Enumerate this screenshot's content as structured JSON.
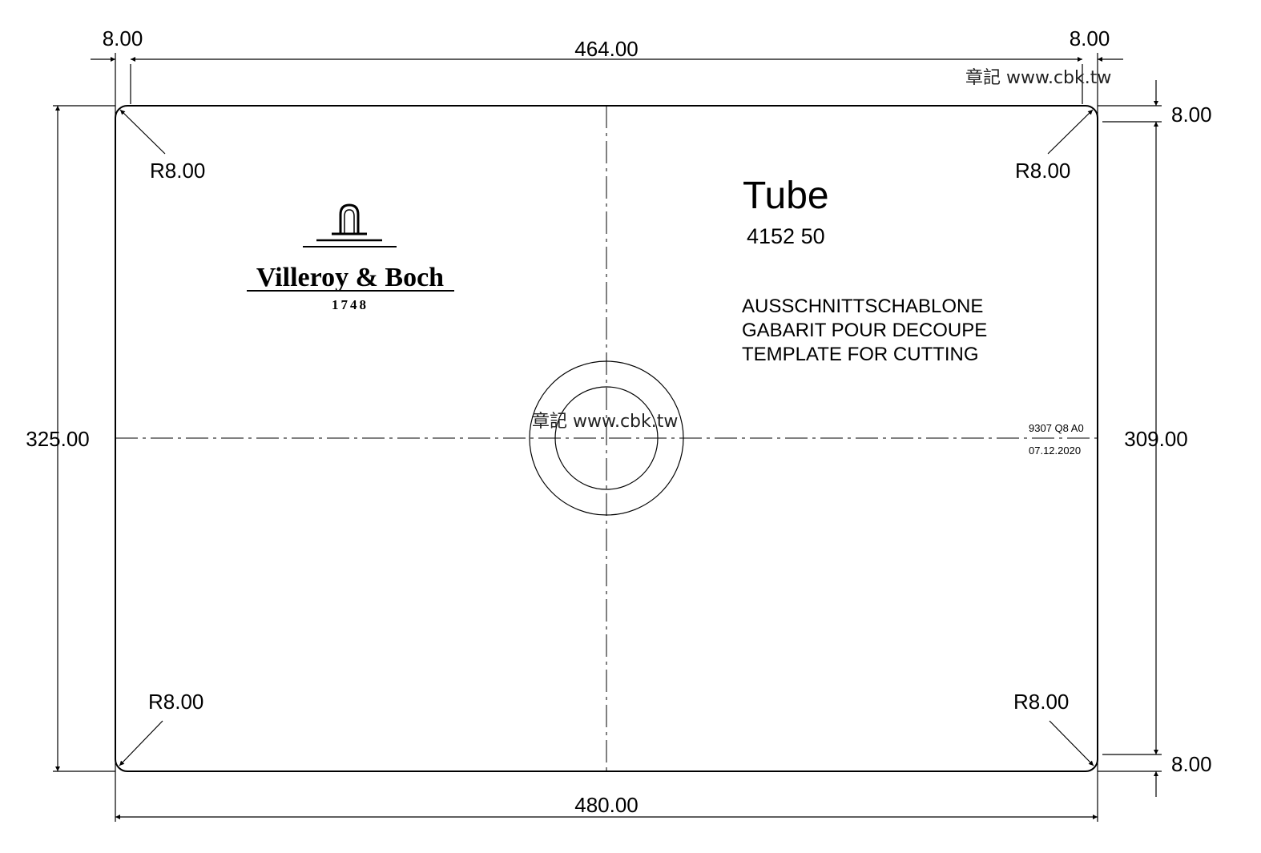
{
  "dimensions": {
    "top_left_margin": "8.00",
    "top_inner_width": "464.00",
    "top_right_margin": "8.00",
    "right_top_margin": "8.00",
    "right_inner_height": "309.00",
    "right_bottom_margin": "8.00",
    "left_height": "325.00",
    "bottom_width": "480.00",
    "radius_top_left": "R8.00",
    "radius_top_right": "R8.00",
    "radius_bottom_left": "R8.00",
    "radius_bottom_right": "R8.00"
  },
  "watermark": {
    "top": "章記 www.cbk.tw",
    "center": "章記 www.cbk.tw"
  },
  "logo": {
    "brand": "Villeroy & Boch",
    "year": "1748"
  },
  "product": {
    "name": "Tube",
    "code": "4152 50",
    "descriptions": [
      "AUSSCHNITTSCHABLONE",
      "GABARIT POUR DECOUPE",
      "TEMPLATE FOR CUTTING"
    ],
    "revision": "9307 Q8 A0",
    "date": "07.12.2020"
  }
}
